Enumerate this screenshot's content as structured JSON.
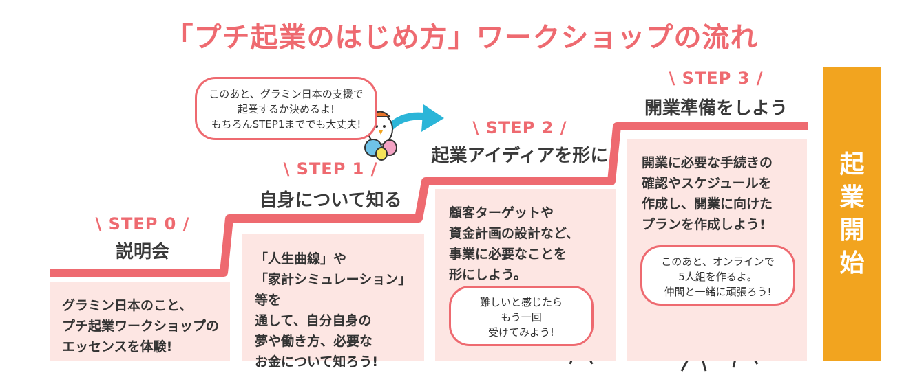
{
  "title": "「プチ起業のはじめ方」ワークショップの流れ",
  "steps": [
    {
      "label": "\\ STEP 0 /",
      "name": "説明会",
      "description": [
        "グラミン日本のこと、",
        "プチ起業ワークショップの",
        "エッセンスを体験!"
      ]
    },
    {
      "label": "\\ STEP 1 /",
      "name": "自身について知る",
      "description": [
        "「人生曲線」や",
        "「家計シミュレーション」等を",
        "通して、自分自身の",
        "夢や働き方、必要な",
        "お金について知ろう!"
      ]
    },
    {
      "label": "\\ STEP 2 /",
      "name": "起業アイディアを形に",
      "description": [
        "顧客ターゲットや",
        "資金計画の設計など、",
        "事業に必要なことを",
        "形にしよう。"
      ]
    },
    {
      "label": "\\ STEP 3 /",
      "name": "開業準備をしよう",
      "description": [
        "開業に必要な手続きの",
        "確認やスケジュールを",
        "作成し、開業に向けた",
        "プランを作成しよう!"
      ]
    }
  ],
  "bubbles": {
    "top": [
      "このあと、グラミン日本の支援で",
      "起業するか決めるよ!",
      "もちろんSTEP1まででも大丈夫!"
    ],
    "step2": [
      "難しいと感じたら",
      "もう一回",
      "受けてみよう!"
    ],
    "step3": [
      "このあと、オンラインで",
      "5人組を作るよ。",
      "仲間と一緒に頑張ろう!"
    ]
  },
  "final": [
    "起",
    "業",
    "開",
    "始"
  ],
  "colors": {
    "accent": "#ee6a70",
    "box": "#fde6e3",
    "final": "#f2a41f",
    "arrow": "#2bb5d8"
  },
  "icons": [
    "rooster-character-icon",
    "bird-characters-icon",
    "chick-character-icon",
    "chick-pair-icon",
    "arrow-right-icon"
  ]
}
